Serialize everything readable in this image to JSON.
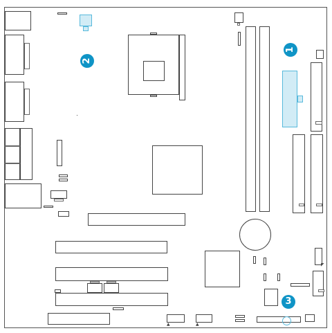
{
  "markers": {
    "m1": "1",
    "m2": "2",
    "m3": "3"
  },
  "marker_color": "#0f94c6",
  "highlight_fill": "#d2ecf6",
  "highlight_border": "#57b9dc"
}
